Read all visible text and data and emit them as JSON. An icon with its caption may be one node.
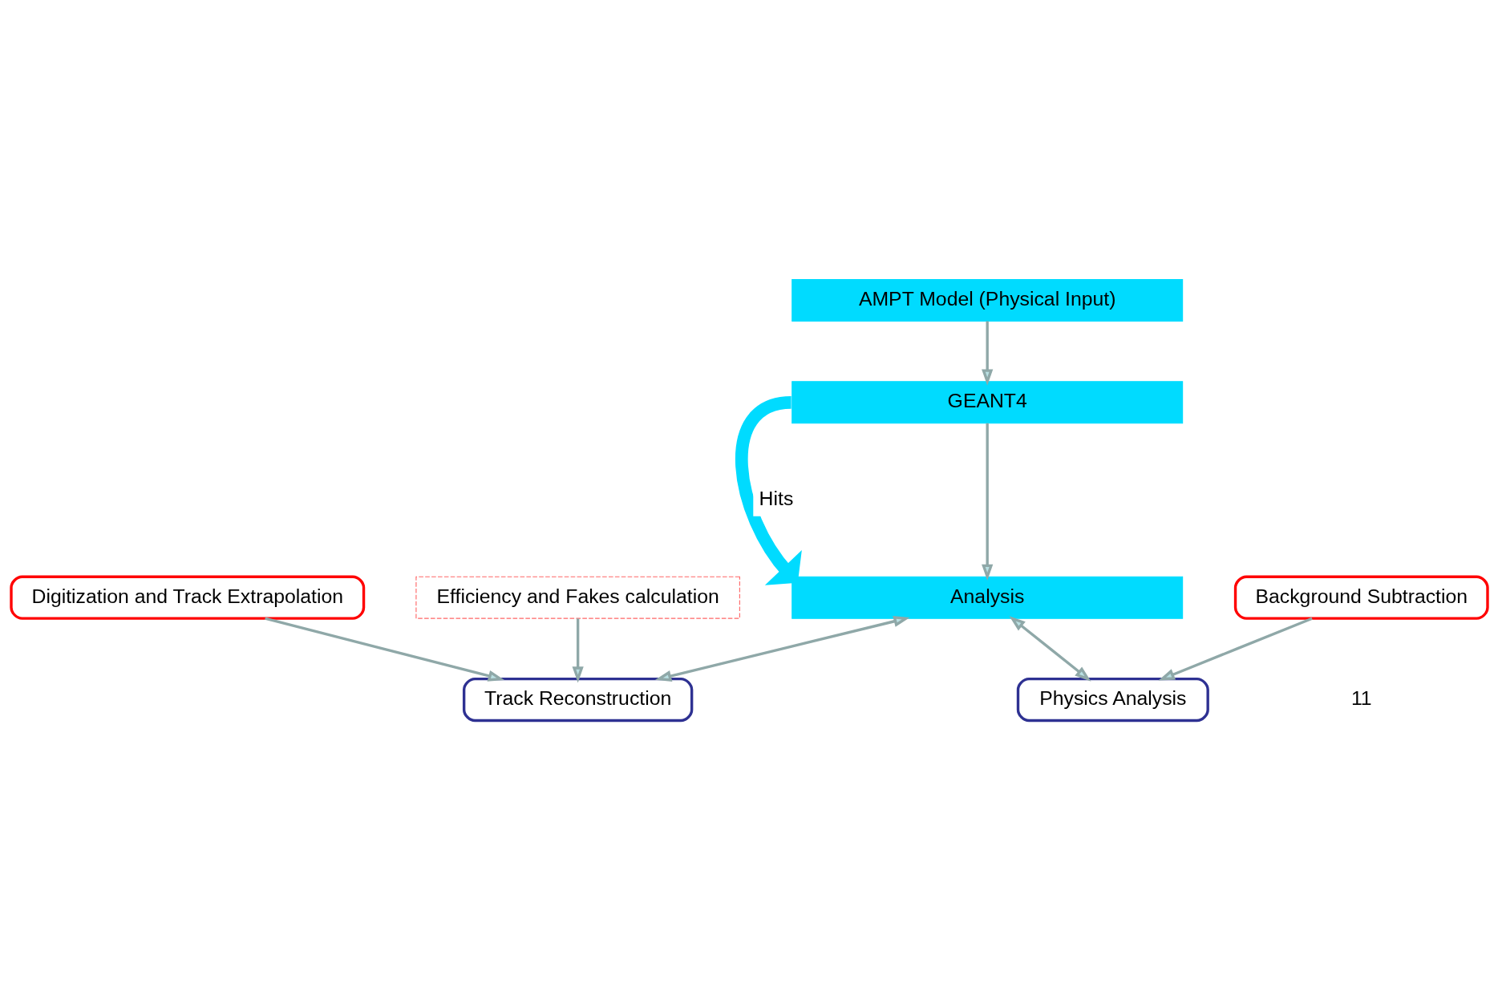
{
  "diagram": {
    "nodes": [
      {
        "text": [
          "AMPT Model (Physical Input)"
        ]
      },
      {
        "text": [
          "GEANT4"
        ]
      },
      {
        "text": [
          "Analysis"
        ]
      },
      {
        "text": [
          "Track Reconstruction"
        ]
      },
      {
        "text": [
          "Physics Analysis"
        ]
      },
      {
        "text": [
          "Efficiency and Fakes calculation"
        ]
      },
      {
        "text": [
          "Digitization and Track Extrapolation"
        ]
      },
      {
        "text": [
          "Background Subtraction"
        ]
      }
    ],
    "edges": [
      {
        "from": 0,
        "to": 1,
        "arrow": "to"
      },
      {
        "from": 1,
        "to": 2,
        "arrow": "to"
      },
      {
        "from": 1,
        "to": 2,
        "arrow": "to",
        "label": "Hits",
        "style": "thick",
        "color": "#00dbff"
      },
      {
        "from": 2,
        "to": 3,
        "arrow": "both"
      },
      {
        "from": 2,
        "to": 4,
        "arrow": "both"
      },
      {
        "from": 5,
        "to": 3,
        "arrow": "to"
      },
      {
        "from": 6,
        "to": 3,
        "arrow": "to"
      },
      {
        "from": 7,
        "to": 4,
        "arrow": "to"
      }
    ],
    "labels": [
      "11"
    ]
  }
}
